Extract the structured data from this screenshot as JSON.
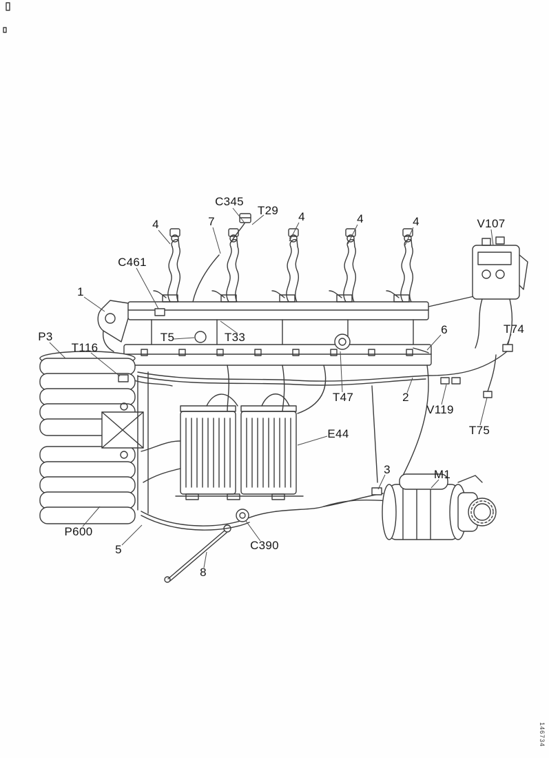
{
  "diagram": {
    "fig_number": "146734"
  },
  "callouts": {
    "c345": "C345",
    "t29": "T29",
    "n4a": "4",
    "n7": "7",
    "n4b": "4",
    "n4c": "4",
    "n4d": "4",
    "v107": "V107",
    "c461": "C461",
    "n1": "1",
    "p3": "P3",
    "t116": "T116",
    "t5": "T5",
    "t33": "T33",
    "n6": "6",
    "t74": "T74",
    "t47": "T47",
    "n2": "2",
    "v119": "V119",
    "t75": "T75",
    "e44": "E44",
    "n3": "3",
    "m1": "M1",
    "p600": "P600",
    "n5": "5",
    "c390": "C390",
    "n8": "8"
  }
}
